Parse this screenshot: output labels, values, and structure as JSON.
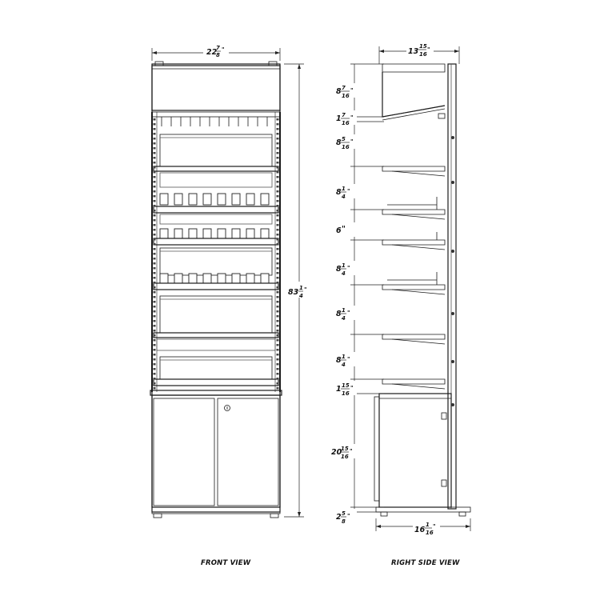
{
  "front_view": {
    "label": "FRONT VIEW",
    "width": {
      "whole": "22",
      "num": "7",
      "den": "8",
      "unit": "\""
    },
    "height": {
      "whole": "83",
      "num": "1",
      "den": "4",
      "unit": "\""
    }
  },
  "side_view": {
    "label": "RIGHT SIDE VIEW",
    "top_depth": {
      "whole": "13",
      "num": "15",
      "den": "16",
      "unit": "\""
    },
    "base_depth": {
      "whole": "16",
      "num": "1",
      "den": "16",
      "unit": "\""
    },
    "vertical_dims": [
      {
        "whole": "8",
        "num": "7",
        "den": "16",
        "unit": "\""
      },
      {
        "whole": "1",
        "num": "7",
        "den": "16",
        "unit": "\""
      },
      {
        "whole": "8",
        "num": "5",
        "den": "16",
        "unit": "\""
      },
      {
        "whole": "8",
        "num": "1",
        "den": "4",
        "unit": "\""
      },
      {
        "whole": "6",
        "num": "",
        "den": "",
        "unit": "\""
      },
      {
        "whole": "8",
        "num": "1",
        "den": "4",
        "unit": "\""
      },
      {
        "whole": "8",
        "num": "1",
        "den": "4",
        "unit": "\""
      },
      {
        "whole": "8",
        "num": "1",
        "den": "4",
        "unit": "\""
      },
      {
        "whole": "1",
        "num": "15",
        "den": "16",
        "unit": "\""
      },
      {
        "whole": "20",
        "num": "15",
        "den": "16",
        "unit": "\""
      },
      {
        "whole": "2",
        "num": "5",
        "den": "8",
        "unit": "\""
      }
    ]
  }
}
